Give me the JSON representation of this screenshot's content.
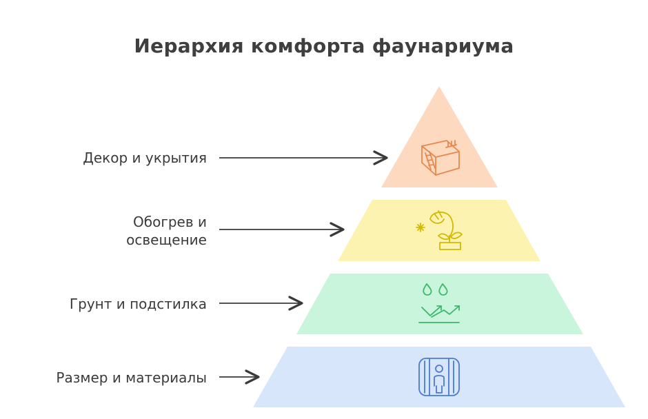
{
  "title": "Иерархия комфорта фаунариума",
  "levels": [
    {
      "label_lines": [
        "Декор и укрытия"
      ],
      "icon": "habitat-box-with-ladder-icon",
      "fill": "#fcd9bf",
      "stroke": "#e8874a"
    },
    {
      "label_lines": [
        "Обогрев и",
        "освещение"
      ],
      "icon": "heat-lamp-with-plant-icon",
      "fill": "#fcf3b0",
      "stroke": "#d4b800"
    },
    {
      "label_lines": [
        "Грунт и подстилка"
      ],
      "icon": "droplets-and-growth-arrows-icon",
      "fill": "#c8f5dc",
      "stroke": "#3ab86a"
    },
    {
      "label_lines": [
        "Размер и материалы"
      ],
      "icon": "enclosure-with-person-icon",
      "fill": "#d8e6fb",
      "stroke": "#4a79d4"
    }
  ]
}
